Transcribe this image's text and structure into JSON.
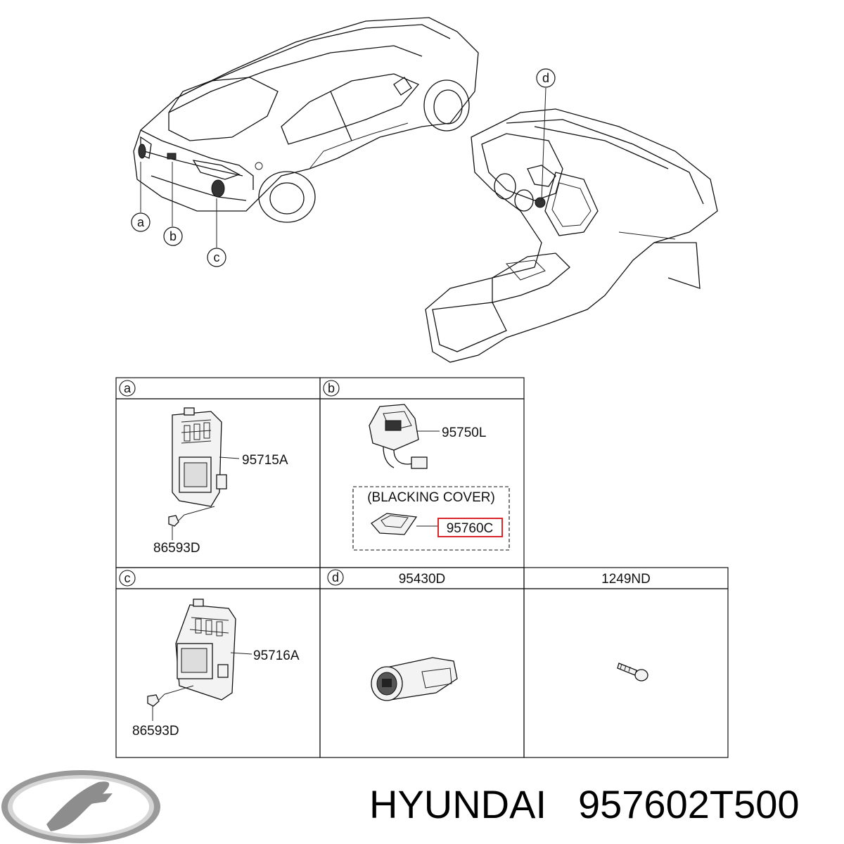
{
  "callouts": {
    "a": "a",
    "b": "b",
    "c": "c",
    "d": "d"
  },
  "panels": {
    "a": {
      "tag": "a",
      "part": "95715A",
      "screw": "86593D"
    },
    "b": {
      "tag": "b",
      "part": "95750L",
      "cover_label": "(BLACKING COVER)",
      "cover_part": "95760C"
    },
    "c": {
      "tag": "c",
      "part": "95716A",
      "screw": "86593D"
    },
    "d": {
      "tag": "d",
      "header_part": "95430D"
    },
    "e": {
      "header_part": "1249ND"
    }
  },
  "footer": {
    "brand": "HYUNDAI",
    "part_number": "957602T500"
  },
  "colors": {
    "highlight": "#d8262b",
    "logo": "#8d8d8d"
  },
  "icons": [
    "car-rear-view",
    "dashboard-view",
    "hyundai-logo-icon"
  ]
}
